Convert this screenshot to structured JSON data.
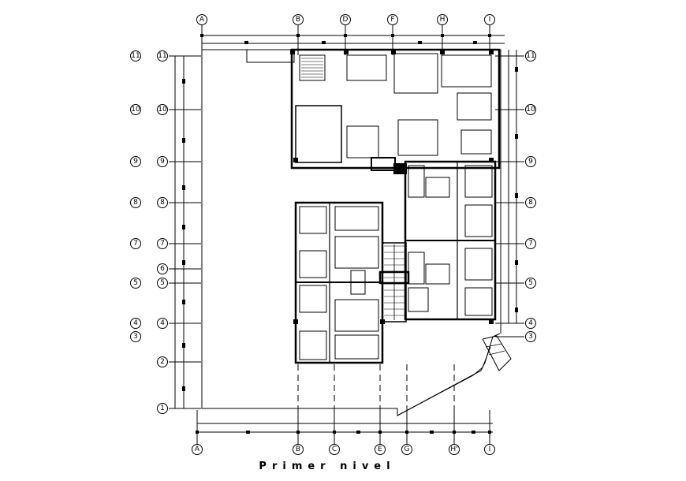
{
  "caption": "Primer nivel",
  "grid_top": [
    "A",
    "B",
    "D",
    "F",
    "H",
    "I"
  ],
  "grid_bottom": [
    "A",
    "B",
    "C",
    "E",
    "G",
    "H'",
    "I"
  ],
  "rows_left_outer": [
    "11",
    "10",
    "9",
    "8",
    "7",
    "5",
    "4",
    "3"
  ],
  "rows_left_inner": [
    "11",
    "10",
    "9",
    "8",
    "7",
    "6",
    "5",
    "4",
    "2",
    "1"
  ],
  "rows_right": [
    "11",
    "10",
    "9",
    "8",
    "7",
    "5",
    "4",
    "3"
  ],
  "colors": {
    "ink": "#000000",
    "background": "#ffffff"
  }
}
